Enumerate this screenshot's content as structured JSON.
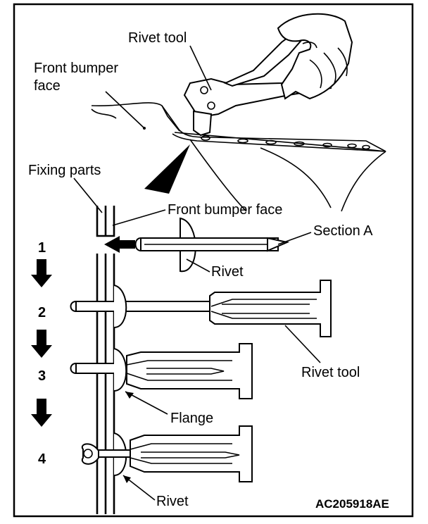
{
  "labels": {
    "rivet_tool_top": "Rivet tool",
    "front_bumper_face_top_line1": "Front bumper",
    "front_bumper_face_top_line2": "face",
    "fixing_parts": "Fixing parts",
    "front_bumper_face_mid": "Front bumper face",
    "section_a": "Section A",
    "rivet_1": "Rivet",
    "rivet_tool_mid": "Rivet tool",
    "flange": "Flange",
    "rivet_4": "Rivet"
  },
  "steps": [
    "1",
    "2",
    "3",
    "4"
  ],
  "figure_code": "AC205918AE"
}
